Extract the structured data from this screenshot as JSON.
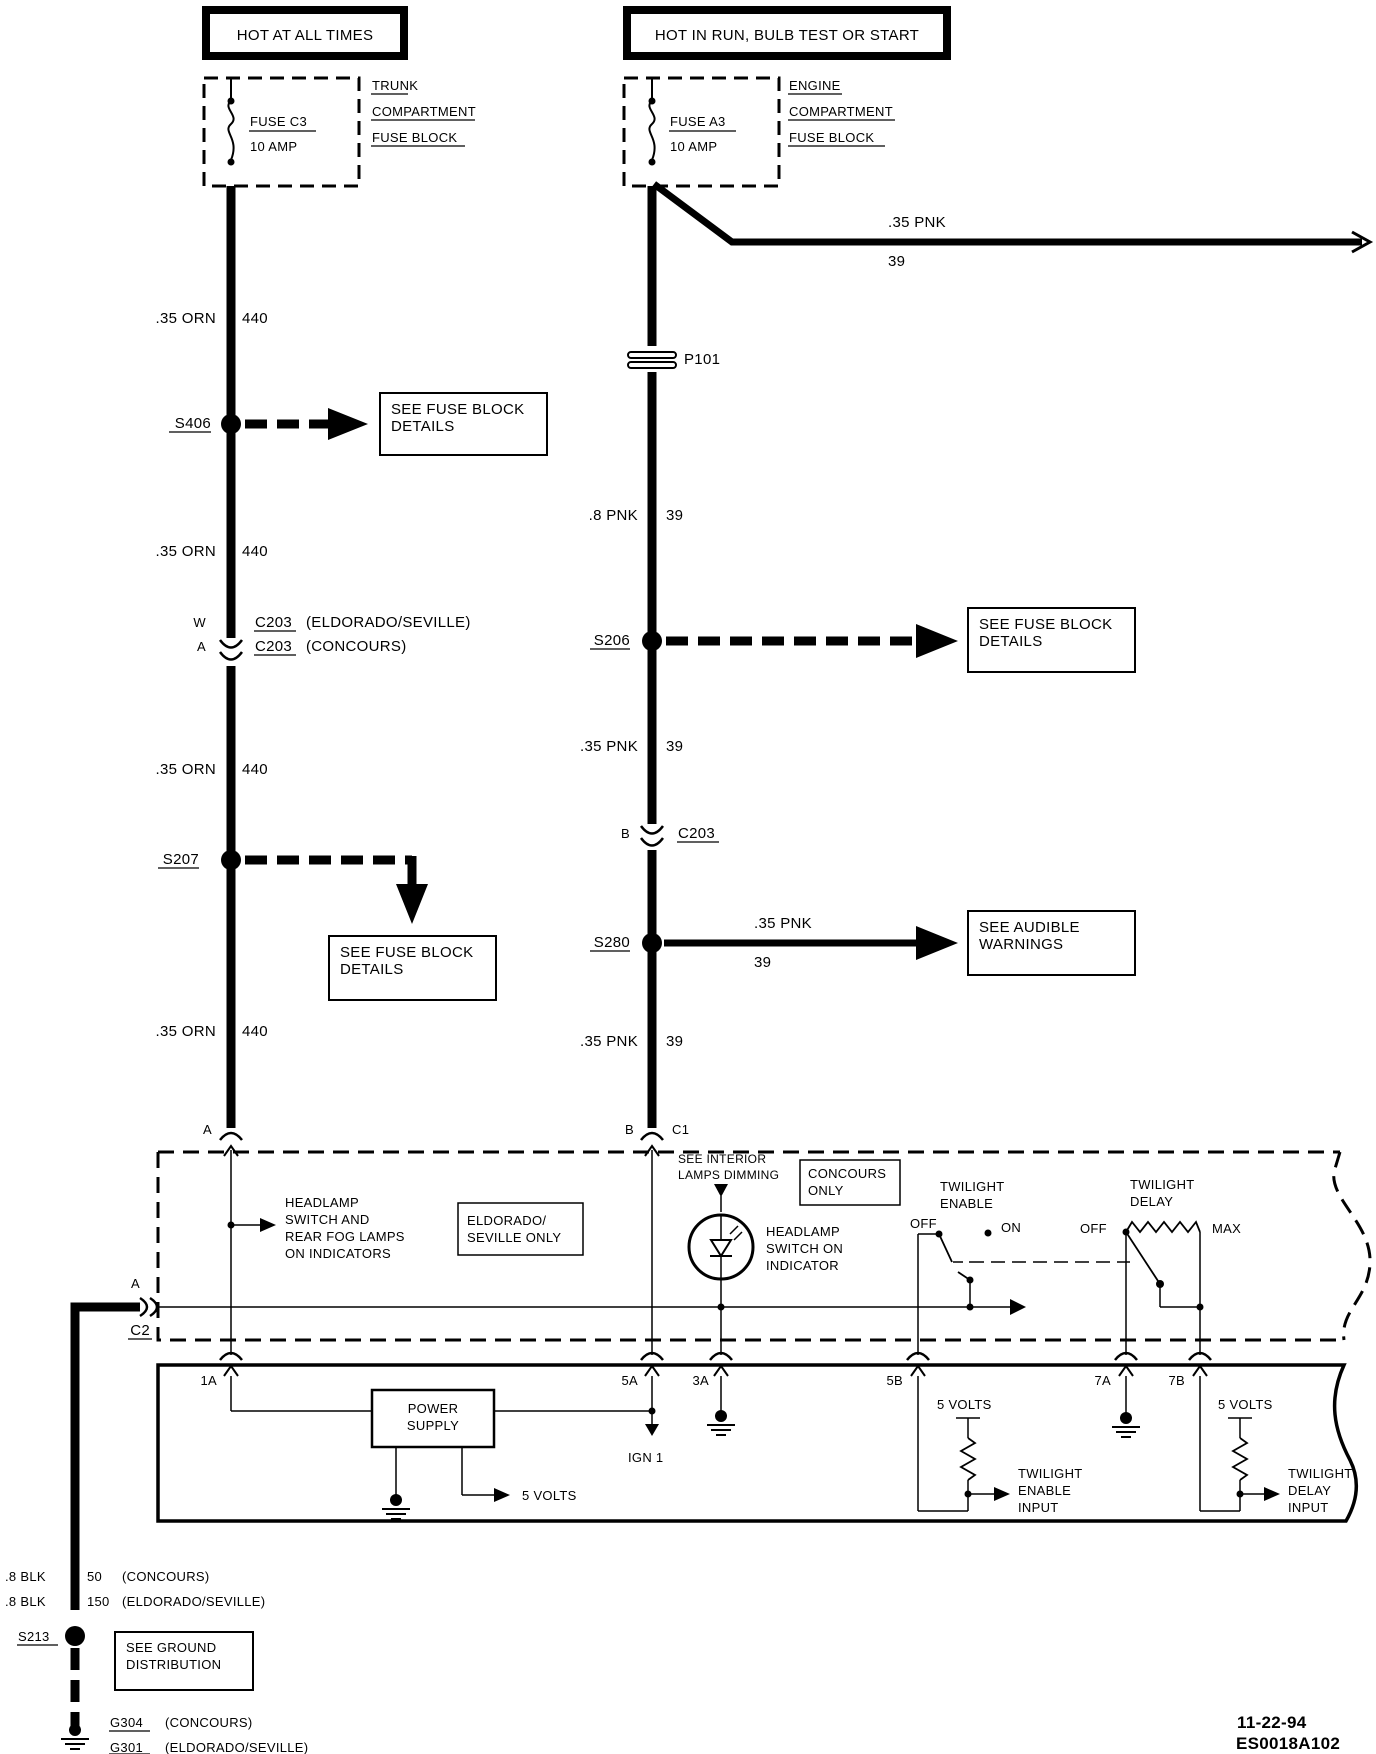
{
  "power_sources": {
    "left": "HOT AT ALL TIMES",
    "right": "HOT IN RUN, BULB TEST OR START"
  },
  "fuse_left": {
    "name": "FUSE C3",
    "rating": "10 AMP",
    "block_line1": "TRUNK",
    "block_line2": "COMPARTMENT",
    "block_line3": "FUSE BLOCK"
  },
  "fuse_right": {
    "name": "FUSE A3",
    "rating": "10 AMP",
    "block_line1": "ENGINE",
    "block_line2": "COMPARTMENT",
    "block_line3": "FUSE BLOCK"
  },
  "left_circuit": {
    "wire1": ".35 ORN",
    "num1": "440",
    "splice1": "S406",
    "wire2": ".35 ORN",
    "num2": "440",
    "conn_w": "W",
    "conn_a": "A",
    "conn_1": "C203",
    "conn_1_note": "(ELDORADO/SEVILLE)",
    "conn_2": "C203",
    "conn_2_note": "(CONCOURS)",
    "wire3": ".35 ORN",
    "num3": "440",
    "splice2": "S207",
    "wire4": ".35 ORN",
    "num4": "440",
    "pin": "A"
  },
  "right_circuit": {
    "branch_wire": ".35 PNK",
    "branch_num": "39",
    "connector": "P101",
    "wire1": ".8 PNK",
    "num1": "39",
    "splice1": "S206",
    "wire2": ".35 PNK",
    "num2": "39",
    "conn_pin": "B",
    "conn": "C203",
    "splice2": "S280",
    "branch2_wire": ".35 PNK",
    "branch2_num": "39",
    "wire3": ".35 PNK",
    "num3": "39",
    "pin": "B",
    "conn_c1": "C1"
  },
  "ref_boxes": {
    "s406_line1": "SEE FUSE BLOCK",
    "s406_line2": "DETAILS",
    "s206_line1": "SEE FUSE BLOCK",
    "s206_line2": "DETAILS",
    "s207_line1": "SEE FUSE BLOCK",
    "s207_line2": "DETAILS",
    "s280_line1": "SEE AUDIBLE",
    "s280_line2": "WARNINGS",
    "ground_line1": "SEE GROUND",
    "ground_line2": "DISTRIBUTION"
  },
  "module": {
    "indicator_l1": "HEADLAMP",
    "indicator_l2": "SWITCH AND",
    "indicator_l3": "REAR FOG LAMPS",
    "indicator_l4": "ON INDICATORS",
    "eldorado_l1": "ELDORADO/",
    "eldorado_l2": "SEVILLE ONLY",
    "dimming_l1": "SEE INTERIOR",
    "dimming_l2": "LAMPS DIMMING",
    "concours_l1": "CONCOURS",
    "concours_l2": "ONLY",
    "hsw_l1": "HEADLAMP",
    "hsw_l2": "SWITCH ON",
    "hsw_l3": "INDICATOR",
    "te_l1": "TWILIGHT",
    "te_l2": "ENABLE",
    "te_off": "OFF",
    "te_on": "ON",
    "td_l1": "TWILIGHT",
    "td_l2": "DELAY",
    "td_off": "OFF",
    "td_max": "MAX",
    "c2_pin": "A",
    "c2": "C2",
    "pins": [
      "1A",
      "5A",
      "3A",
      "5B",
      "7A",
      "7B"
    ],
    "power_l1": "POWER",
    "power_l2": "SUPPLY",
    "ign": "IGN 1",
    "ps_out": "5 VOLTS",
    "te_volts": "5 VOLTS",
    "te_in_l1": "TWILIGHT",
    "te_in_l2": "ENABLE",
    "te_in_l3": "INPUT",
    "td_volts": "5 VOLTS",
    "td_in_l1": "TWILIGHT",
    "td_in_l2": "DELAY",
    "td_in_l3": "INPUT"
  },
  "ground": {
    "w1": ".8 BLK",
    "n1": "50",
    "note1": "(CONCOURS)",
    "w2": ".8 BLK",
    "n2": "150",
    "note2": "(ELDORADO/SEVILLE)",
    "splice": "S213",
    "g1": "G304",
    "g1_note": "(CONCOURS)",
    "g2": "G301",
    "g2_note": "(ELDORADO/SEVILLE)"
  },
  "footer": {
    "date": "11-22-94",
    "code": "ES0018A102"
  }
}
